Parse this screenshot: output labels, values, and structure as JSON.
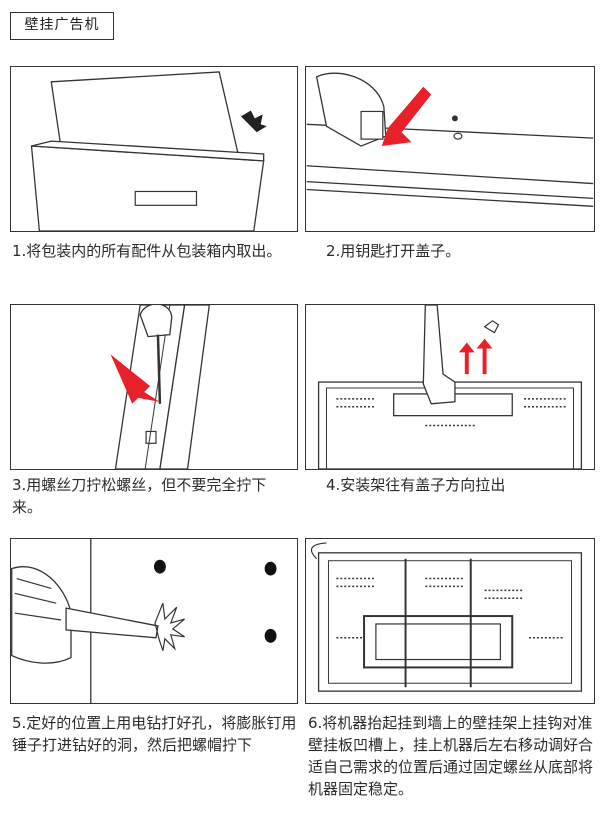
{
  "title": "壁挂广告机",
  "steps": [
    {
      "caption": "1.将包装内的所有配件从包装箱内取出。"
    },
    {
      "caption": "2.用钥匙打开盖子。"
    },
    {
      "caption": "3.用螺丝刀拧松螺丝，但不要完全拧下来。"
    },
    {
      "caption": "4.安装架往有盖子方向拉出"
    },
    {
      "caption": "5.定好的位置上用电钻打好孔，将膨胀钉用锤子打进钻好的洞，然后把螺帽拧下"
    },
    {
      "caption": "6.将机器抬起挂到墙上的壁挂架上挂钩对准壁挂板凹槽上，挂上机器后左右移动调好合适自己需求的位置后通过固定螺丝从底部将机器固定稳定。"
    }
  ],
  "colors": {
    "arrow": "#e8202a",
    "line": "#333333"
  }
}
